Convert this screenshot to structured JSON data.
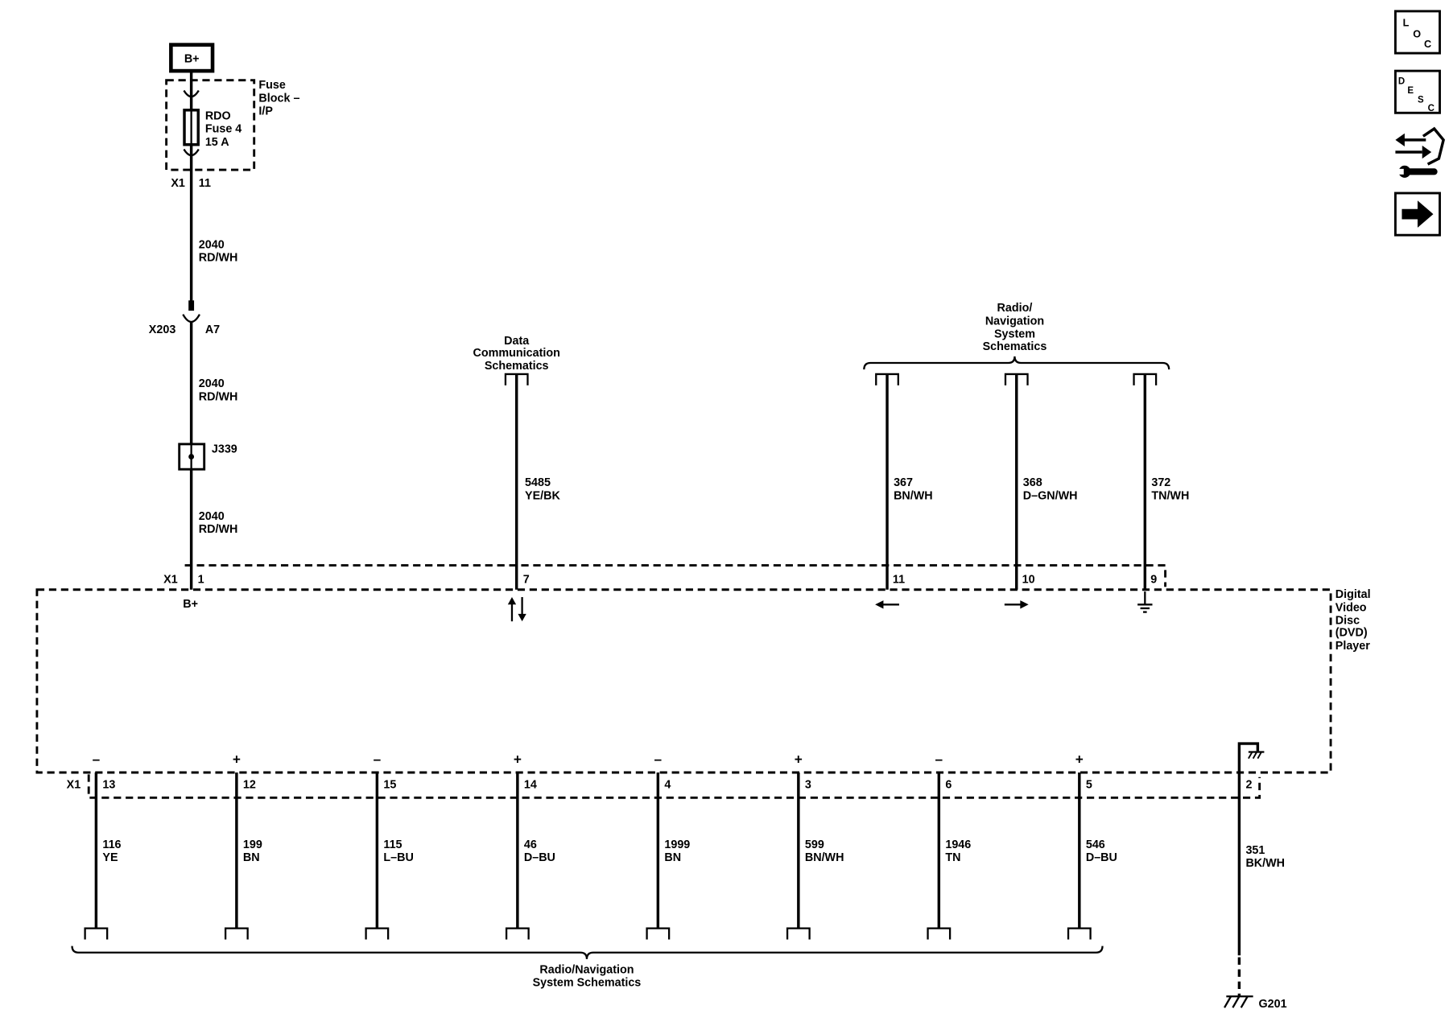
{
  "colors": {
    "ink": "#000000",
    "background": "#ffffff"
  },
  "nav": {
    "location_letters": [
      "L",
      "O",
      "C"
    ],
    "description_letters": [
      "D",
      "E",
      "S",
      "C"
    ],
    "icons": [
      "location-icon",
      "description-icon",
      "connector-views-icon",
      "next-page-arrow-icon"
    ]
  },
  "power_source": {
    "label": "B+"
  },
  "fuse_block": {
    "label_lines": [
      "Fuse",
      "Block –",
      "I/P"
    ],
    "fuse_lines": [
      "RDO",
      "Fuse 4",
      "15 A"
    ],
    "connector": "X1",
    "pin": "11"
  },
  "supply_circuit": [
    {
      "circuit": "2040",
      "color": "RD/WH"
    },
    {
      "circuit": "2040",
      "color": "RD/WH"
    },
    {
      "circuit": "2040",
      "color": "RD/WH"
    }
  ],
  "inline_connector": {
    "name": "X203",
    "pin": "A7"
  },
  "splice": {
    "name": "J339"
  },
  "data_communication": {
    "label_lines": [
      "Data",
      "Communication",
      "Schematics"
    ],
    "circuit": "5485",
    "color": "YE/BK",
    "pin": "7",
    "symbol": "bidirectional-arrow-icon"
  },
  "dvd_player": {
    "label_lines": [
      "Digital",
      "Video",
      "Disc",
      "(DVD)",
      "Player"
    ],
    "top_connector": "X1",
    "top_power_pin": {
      "pin": "1",
      "label": "B+"
    },
    "bottom_connector": "X1"
  },
  "radio_nav_top": {
    "label_lines": [
      "Radio/",
      "Navigation",
      "System",
      "Schematics"
    ],
    "pins": [
      {
        "pin": "11",
        "circuit": "367",
        "color": "BN/WH",
        "symbol": "arrow-left-icon"
      },
      {
        "pin": "10",
        "circuit": "368",
        "color": "D–GN/WH",
        "symbol": "arrow-right-icon"
      },
      {
        "pin": "9",
        "circuit": "372",
        "color": "TN/WH",
        "symbol": "ground-icon"
      }
    ]
  },
  "radio_nav_bottom": {
    "label_lines": [
      "Radio/Navigation",
      "System Schematics"
    ],
    "pins": [
      {
        "pin": "13",
        "polarity": "–",
        "circuit": "116",
        "color": "YE"
      },
      {
        "pin": "12",
        "polarity": "+",
        "circuit": "199",
        "color": "BN"
      },
      {
        "pin": "15",
        "polarity": "–",
        "circuit": "115",
        "color": "L–BU"
      },
      {
        "pin": "14",
        "polarity": "+",
        "circuit": "46",
        "color": "D–BU"
      },
      {
        "pin": "4",
        "polarity": "–",
        "circuit": "1999",
        "color": "BN"
      },
      {
        "pin": "3",
        "polarity": "+",
        "circuit": "599",
        "color": "BN/WH"
      },
      {
        "pin": "6",
        "polarity": "–",
        "circuit": "1946",
        "color": "TN"
      },
      {
        "pin": "5",
        "polarity": "+",
        "circuit": "546",
        "color": "D–BU"
      }
    ]
  },
  "ground": {
    "pin": "2",
    "circuit": "351",
    "color": "BK/WH",
    "name": "G201"
  }
}
